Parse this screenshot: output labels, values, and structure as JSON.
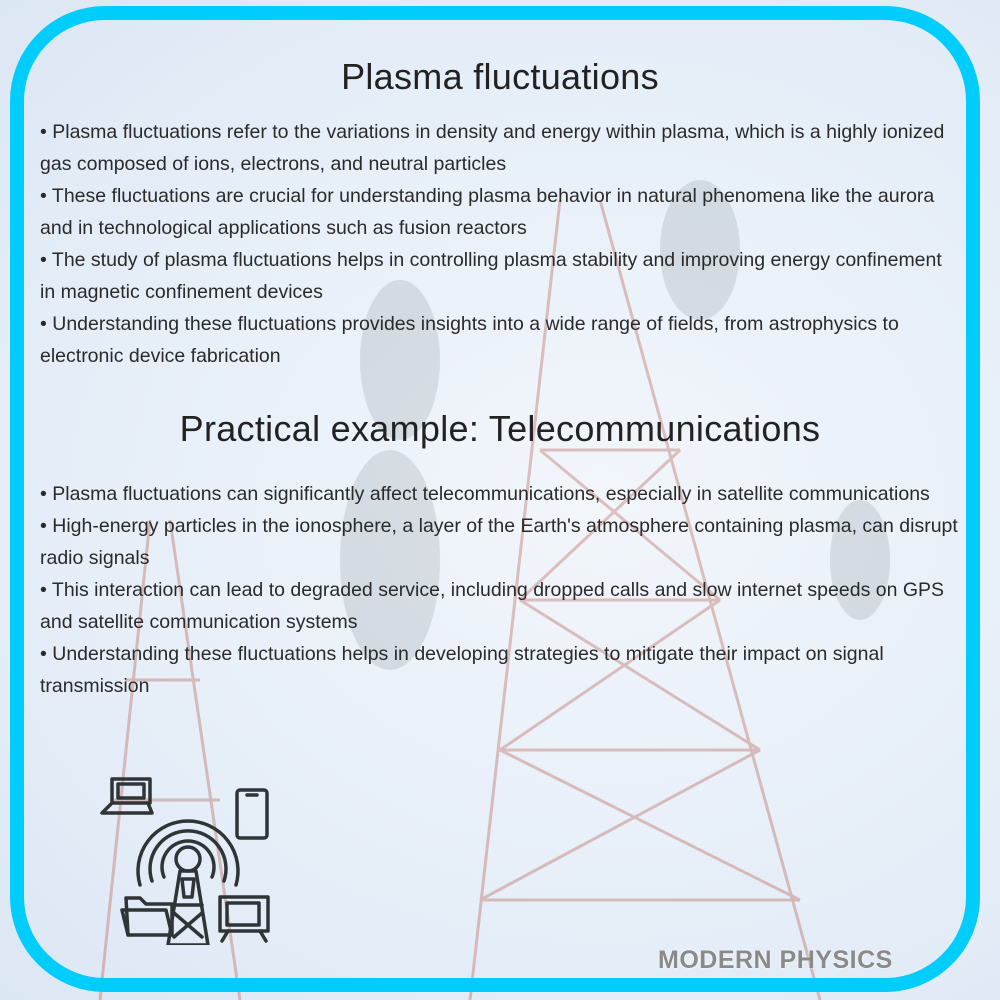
{
  "section1": {
    "title": "Plasma fluctuations",
    "bullets": [
      "Plasma fluctuations refer to the variations in density and energy within plasma, which is a highly ionized gas composed of ions, electrons, and neutral particles",
      "These fluctuations are crucial for understanding plasma behavior in natural phenomena like the aurora and in technological applications such as fusion reactors",
      "The study of plasma fluctuations helps in controlling plasma stability and improving energy confinement in magnetic confinement devices",
      "Understanding these fluctuations provides insights into a wide range of fields, from astrophysics to electronic device fabrication"
    ]
  },
  "section2": {
    "title": "Practical example: Telecommunications",
    "bullets": [
      "Plasma fluctuations can significantly affect telecommunications, especially in satellite communications",
      "High-energy particles in the ionosphere, a layer of the Earth's atmosphere containing plasma, can disrupt radio signals",
      "This interaction can lead to degraded service, including dropped calls and slow internet speeds on GPS and satellite communication systems",
      "Understanding these fluctuations helps in developing strategies to mitigate their impact on signal transmission"
    ]
  },
  "illustration": {
    "icon": "telecom-tower-network-icon",
    "parts": [
      "laptop-icon",
      "smartphone-icon",
      "folder-icon",
      "tv-icon",
      "broadcast-tower-icon"
    ]
  },
  "brand": {
    "label": "MODERN PHYSICS"
  },
  "colors": {
    "frame": "#00cdfc",
    "text": "#2a2a2a",
    "icon": "#2f3437"
  }
}
